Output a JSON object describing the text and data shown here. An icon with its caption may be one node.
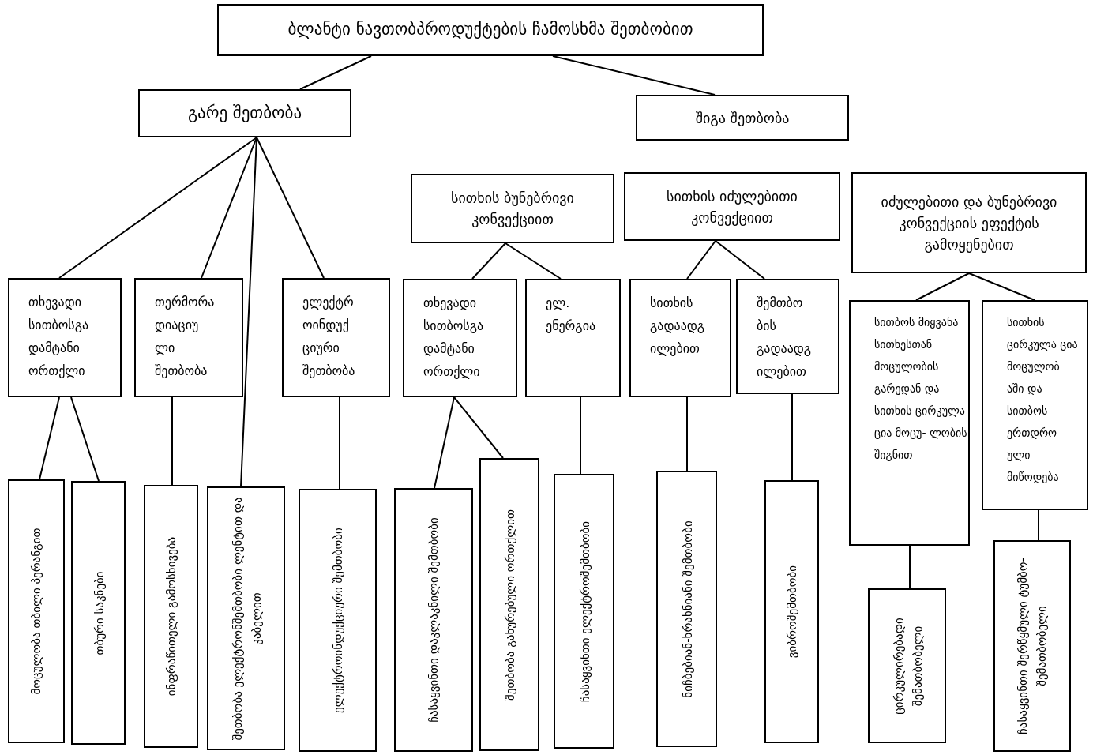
{
  "diagram": {
    "nodes": [
      {
        "text": [
          "ბლანტი ნავთობპროდუქტების ჩამოსხმა შეთბობით"
        ]
      },
      {
        "text": [
          "გარე შეთბობა"
        ]
      },
      {
        "text": [
          "შიგა შეთბობა"
        ]
      },
      {
        "text": [
          "სითხის ბუნებრივი კონვექციით"
        ]
      },
      {
        "text": [
          "სითხის იძულებითი კონვექციით"
        ]
      },
      {
        "text": [
          "იძულებითი და ბუნებრივი კონვექციის ეფექტის გამოყენებით"
        ]
      },
      {
        "text": [
          "თხევადი სითბოსგა დამტანი ორთქლი"
        ]
      },
      {
        "text": [
          "თერმორა დიაციუ ლი შეთბობა"
        ]
      },
      {
        "text": [
          "ელექტრ ოინდუქ ციური შეთბობა"
        ]
      },
      {
        "text": [
          "თხევადი სითბოსგა დამტანი ორთქლი"
        ]
      },
      {
        "text": [
          "ელ. ენერგია"
        ]
      },
      {
        "text": [
          "სითხის გადაადგ ილებით"
        ]
      },
      {
        "text": [
          "შემთბო ბის გადაადგ ილებით"
        ]
      },
      {
        "text": [
          "სითბოს მიყვანა სითხესთან მოცულობის გარედან და სითხის ცირკულა ცია მოცუ- ლობის შიგნით"
        ]
      },
      {
        "text": [
          "სითხის ცირკულა ცია მოცულობ აში და სითბოს ერთდრო ული მიწოდება"
        ]
      },
      {
        "text": [
          "მოცულობა თბილი პერანგით"
        ]
      },
      {
        "text": [
          "თბური საკნები"
        ]
      },
      {
        "text": [
          "ინფრაწითელი გამოსხივება"
        ]
      },
      {
        "text": [
          "შეთბობა ელექტრონშემთბობი ლენტით და კაბელით"
        ]
      },
      {
        "text": [
          "ელექტროინდუქციური შემთბობი"
        ]
      },
      {
        "text": [
          "ჩასაყვინთი დაკლაკნილი შემთბობი"
        ]
      },
      {
        "text": [
          "შეთბობა გახურებული ორთქლით"
        ]
      },
      {
        "text": [
          "ჩასაყვინთი ელექტროშემთბობი"
        ]
      },
      {
        "text": [
          "ნიჩბებიან-ხრახნიანი შემთბობი"
        ]
      },
      {
        "text": [
          "ვიბროშემთბობი"
        ]
      },
      {
        "text": [
          "ცირკულირებადი შემათბობელი"
        ]
      },
      {
        "text": [
          "ჩასაყვინთი შერწყმული ტუმბო-შემათბობელი"
        ]
      }
    ],
    "edges": [
      {
        "from": 0,
        "to": 1,
        "arrow": "none"
      },
      {
        "from": 0,
        "to": 2,
        "arrow": "none"
      },
      {
        "from": 1,
        "to": 6,
        "arrow": "none"
      },
      {
        "from": 1,
        "to": 7,
        "arrow": "none"
      },
      {
        "from": 1,
        "to": 18,
        "arrow": "none"
      },
      {
        "from": 1,
        "to": 8,
        "arrow": "none"
      },
      {
        "from": 6,
        "to": 15,
        "arrow": "none"
      },
      {
        "from": 6,
        "to": 16,
        "arrow": "none"
      },
      {
        "from": 7,
        "to": 17,
        "arrow": "none"
      },
      {
        "from": 8,
        "to": 19,
        "arrow": "none"
      },
      {
        "from": 3,
        "to": 9,
        "arrow": "none"
      },
      {
        "from": 3,
        "to": 10,
        "arrow": "none"
      },
      {
        "from": 9,
        "to": 20,
        "arrow": "none"
      },
      {
        "from": 9,
        "to": 21,
        "arrow": "none"
      },
      {
        "from": 10,
        "to": 22,
        "arrow": "none"
      },
      {
        "from": 4,
        "to": 11,
        "arrow": "none"
      },
      {
        "from": 4,
        "to": 12,
        "arrow": "none"
      },
      {
        "from": 11,
        "to": 23,
        "arrow": "none"
      },
      {
        "from": 12,
        "to": 24,
        "arrow": "none"
      },
      {
        "from": 5,
        "to": 13,
        "arrow": "none"
      },
      {
        "from": 5,
        "to": 14,
        "arrow": "none"
      },
      {
        "from": 13,
        "to": 25,
        "arrow": "none"
      },
      {
        "from": 14,
        "to": 26,
        "arrow": "none"
      }
    ]
  }
}
